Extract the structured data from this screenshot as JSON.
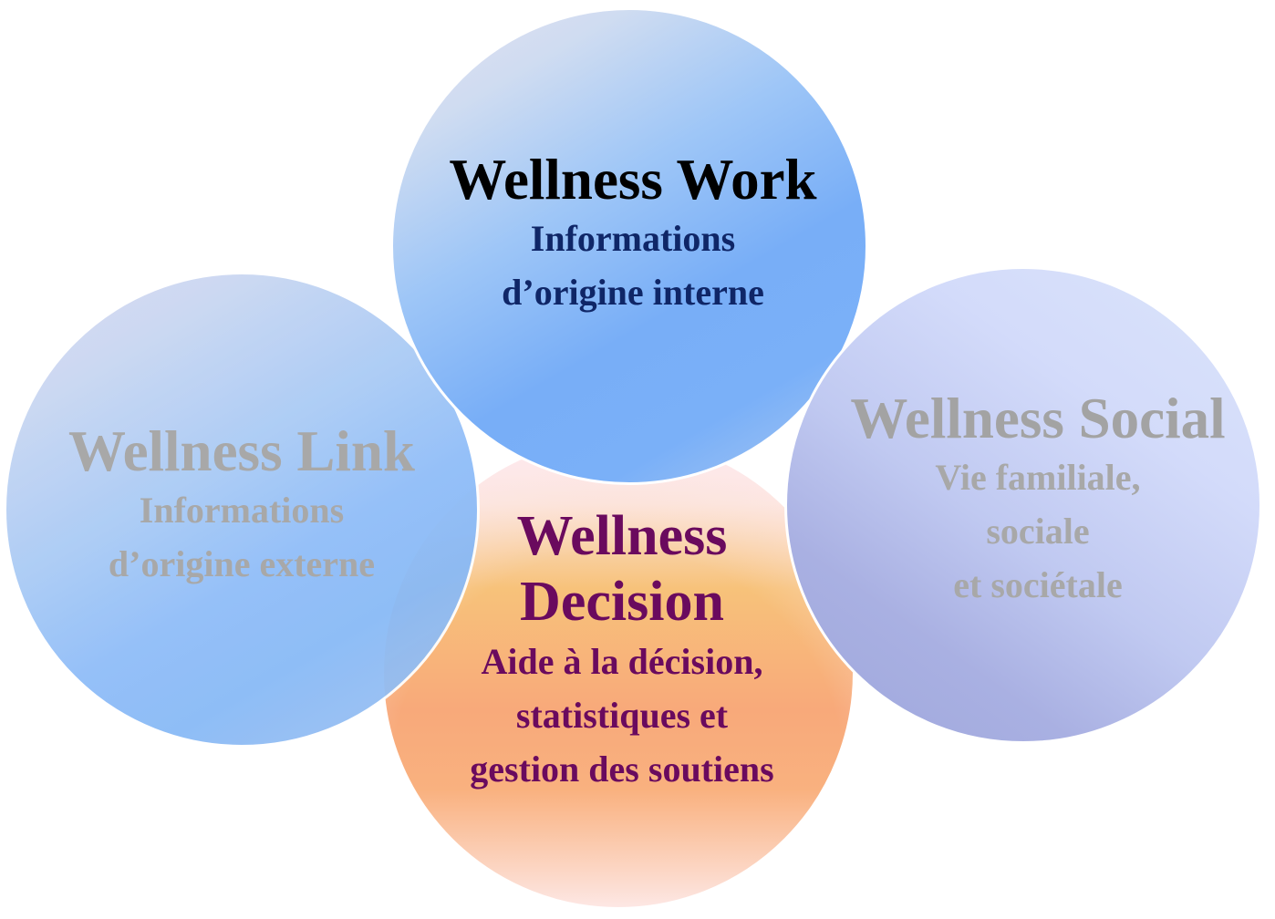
{
  "circles": {
    "work": {
      "title": "Wellness Work",
      "lines": [
        "Informations",
        "d’origine interne"
      ]
    },
    "link": {
      "title": "Wellness Link",
      "lines": [
        "Informations",
        "d’origine externe"
      ]
    },
    "social": {
      "title": "Wellness Social",
      "lines": [
        "Vie familiale,",
        "sociale",
        "et sociétale"
      ]
    },
    "decision": {
      "title_lines": [
        "Wellness",
        "Decision"
      ],
      "lines": [
        "Aide à la décision,",
        "statistiques et",
        "gestion des soutiens"
      ]
    }
  },
  "colors": {
    "work_title": "#000000",
    "work_text": "#0f2667",
    "muted_text": "#a8a8a8",
    "decision_text": "#6a0a5e"
  }
}
